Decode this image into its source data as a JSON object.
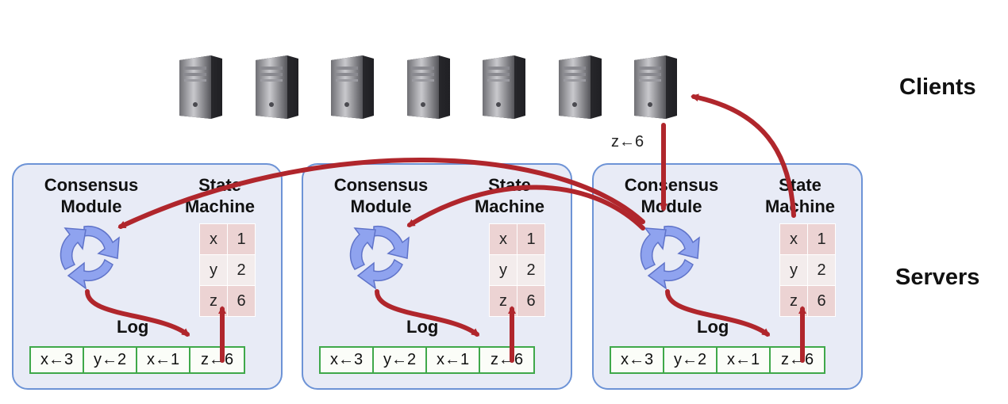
{
  "labels": {
    "clients": "Clients",
    "servers": "Servers",
    "command": "z←6"
  },
  "clients": [
    "server-tower-icon",
    "server-tower-icon",
    "server-tower-icon",
    "server-tower-icon",
    "server-tower-icon",
    "server-tower-icon",
    "server-tower-icon"
  ],
  "servers": [
    {
      "consensus_title": "Consensus\nModule",
      "state_machine_title": "State\nMachine",
      "log_title": "Log",
      "state": [
        {
          "var": "x",
          "val": "1"
        },
        {
          "var": "y",
          "val": "2"
        },
        {
          "var": "z",
          "val": "6"
        }
      ],
      "log": [
        "x←3",
        "y←2",
        "x←1",
        "z←6"
      ]
    },
    {
      "consensus_title": "Consensus\nModule",
      "state_machine_title": "State\nMachine",
      "log_title": "Log",
      "state": [
        {
          "var": "x",
          "val": "1"
        },
        {
          "var": "y",
          "val": "2"
        },
        {
          "var": "z",
          "val": "6"
        }
      ],
      "log": [
        "x←3",
        "y←2",
        "x←1",
        "z←6"
      ]
    },
    {
      "consensus_title": "Consensus\nModule",
      "state_machine_title": "State\nMachine",
      "log_title": "Log",
      "state": [
        {
          "var": "x",
          "val": "1"
        },
        {
          "var": "y",
          "val": "2"
        },
        {
          "var": "z",
          "val": "6"
        }
      ],
      "log": [
        "x←3",
        "y←2",
        "x←1",
        "z←6"
      ]
    }
  ],
  "colors": {
    "arrow": "#b0262c",
    "server_fill": "#e8ebf6",
    "server_border": "#6d93d6",
    "log_border": "#3fa84a",
    "cycle_icon": "#8fa3ef"
  }
}
